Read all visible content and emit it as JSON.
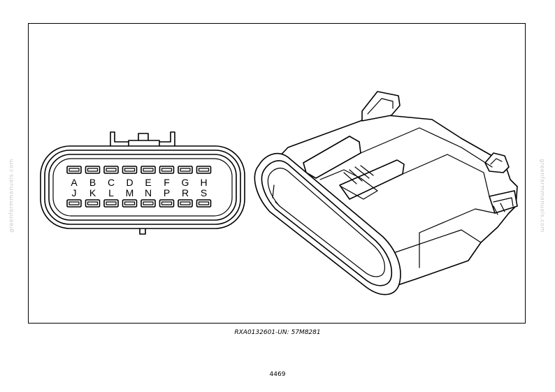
{
  "diagram": {
    "caption": "RXA0132601-UN: 57M8281",
    "page_number": "4469",
    "watermark": "greenfarmmanuals.com",
    "pin_rows": [
      [
        "A",
        "B",
        "C",
        "D",
        "E",
        "F",
        "G",
        "H"
      ],
      [
        "J",
        "K",
        "L",
        "M",
        "N",
        "P",
        "R",
        "S"
      ]
    ]
  }
}
